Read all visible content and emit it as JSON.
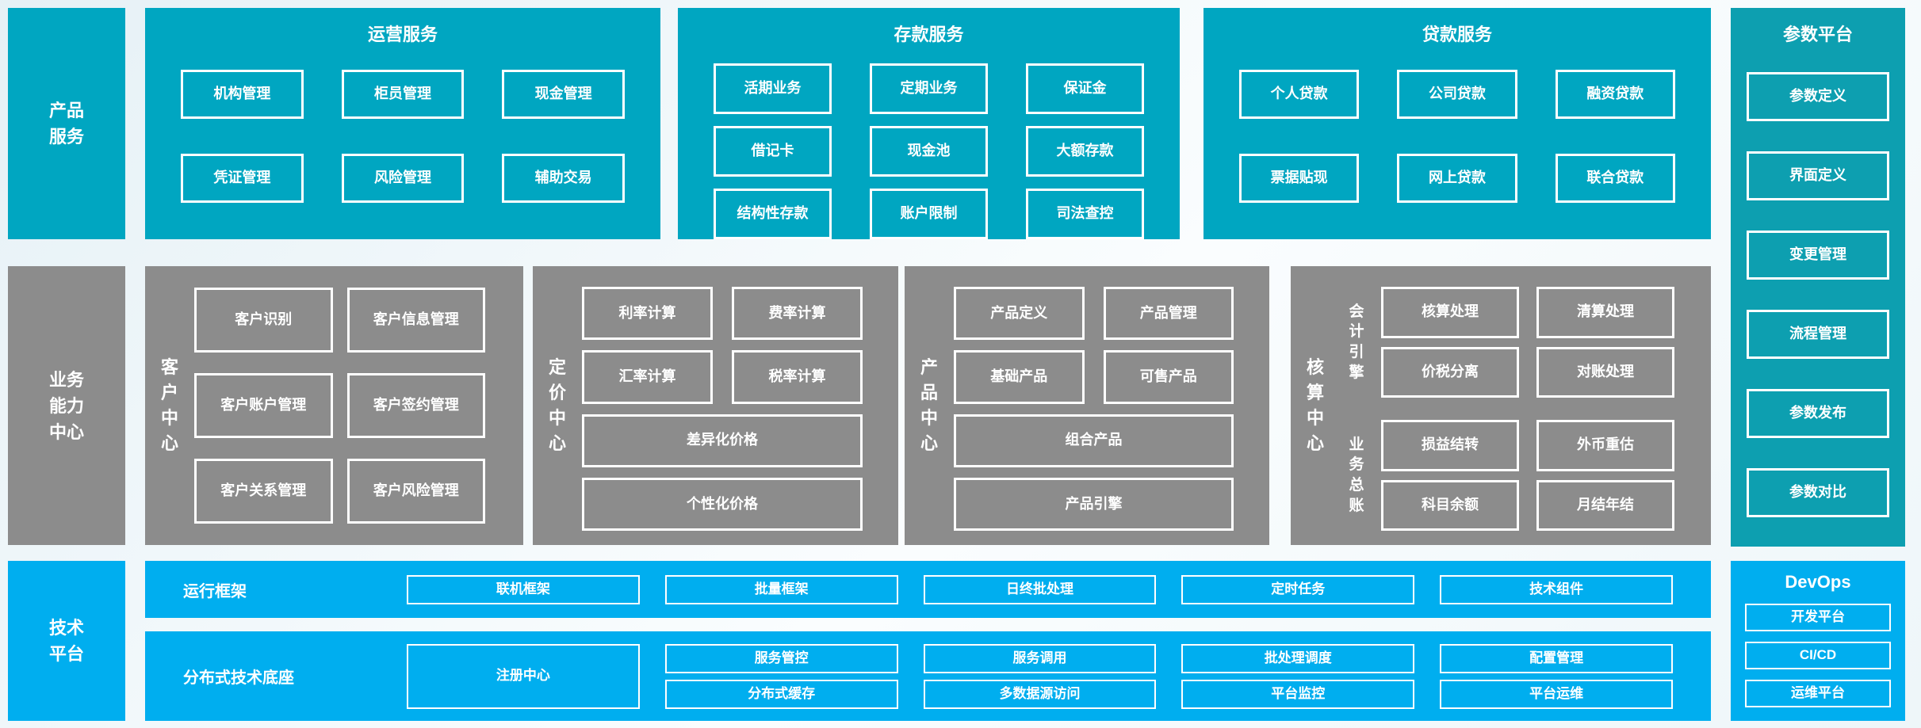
{
  "palette": {
    "teal": "#00a6c1",
    "teal2": "#0d9fb0",
    "gray": "#8c8c8c",
    "blue": "#00aeef"
  },
  "left_labels": {
    "product": "产品服务",
    "business": "业务能力中心",
    "tech": "技术平台"
  },
  "product_services": {
    "ops": {
      "title": "运营服务",
      "boxes": [
        "机构管理",
        "柜员管理",
        "现金管理",
        "凭证管理",
        "风险管理",
        "辅助交易"
      ]
    },
    "deposit": {
      "title": "存款服务",
      "boxes": [
        "活期业务",
        "定期业务",
        "保证金",
        "借记卡",
        "现金池",
        "大额存款",
        "结构性存款",
        "账户限制",
        "司法查控"
      ]
    },
    "loan": {
      "title": "贷款服务",
      "boxes": [
        "个人贷款",
        "公司贷款",
        "融资贷款",
        "票据贴现",
        "网上贷款",
        "联合贷款"
      ]
    }
  },
  "param_platform": {
    "title": "参数平台",
    "boxes": [
      "参数定义",
      "界面定义",
      "变更管理",
      "流程管理",
      "参数发布",
      "参数对比"
    ]
  },
  "business_centers": {
    "customer": {
      "label": "客户中心",
      "boxes": [
        "客户识别",
        "客户信息管理",
        "客户账户管理",
        "客户签约管理",
        "客户关系管理",
        "客户风险管理"
      ]
    },
    "pricing": {
      "label": "定价中心",
      "boxes": [
        "利率计算",
        "费率计算",
        "汇率计算",
        "税率计算"
      ],
      "wide_boxes": [
        "差异化价格",
        "个性化价格"
      ]
    },
    "product": {
      "label": "产品中心",
      "boxes": [
        "产品定义",
        "产品管理",
        "基础产品",
        "可售产品"
      ],
      "wide_boxes": [
        "组合产品",
        "产品引擎"
      ]
    },
    "accounting": {
      "label": "核算中心",
      "groups": [
        {
          "label": "会计引擎",
          "boxes": [
            "核算处理",
            "清算处理",
            "价税分离",
            "对账处理"
          ]
        },
        {
          "label": "业务总账",
          "boxes": [
            "损益结转",
            "外币重估",
            "科目余额",
            "月结年结"
          ]
        }
      ]
    }
  },
  "tech_platform": {
    "runtime": {
      "label": "运行框架",
      "boxes": [
        "联机框架",
        "批量框架",
        "日终批处理",
        "定时任务",
        "技术组件"
      ]
    },
    "distributed": {
      "label": "分布式技术底座",
      "registry": "注册中心",
      "columns": [
        [
          "服务管控",
          "分布式缓存"
        ],
        [
          "服务调用",
          "多数据源访问"
        ],
        [
          "批处理调度",
          "平台监控"
        ],
        [
          "配置管理",
          "平台运维"
        ]
      ]
    },
    "devops": {
      "title": "DevOps",
      "boxes": [
        "开发平台",
        "CI/CD",
        "运维平台"
      ]
    }
  }
}
